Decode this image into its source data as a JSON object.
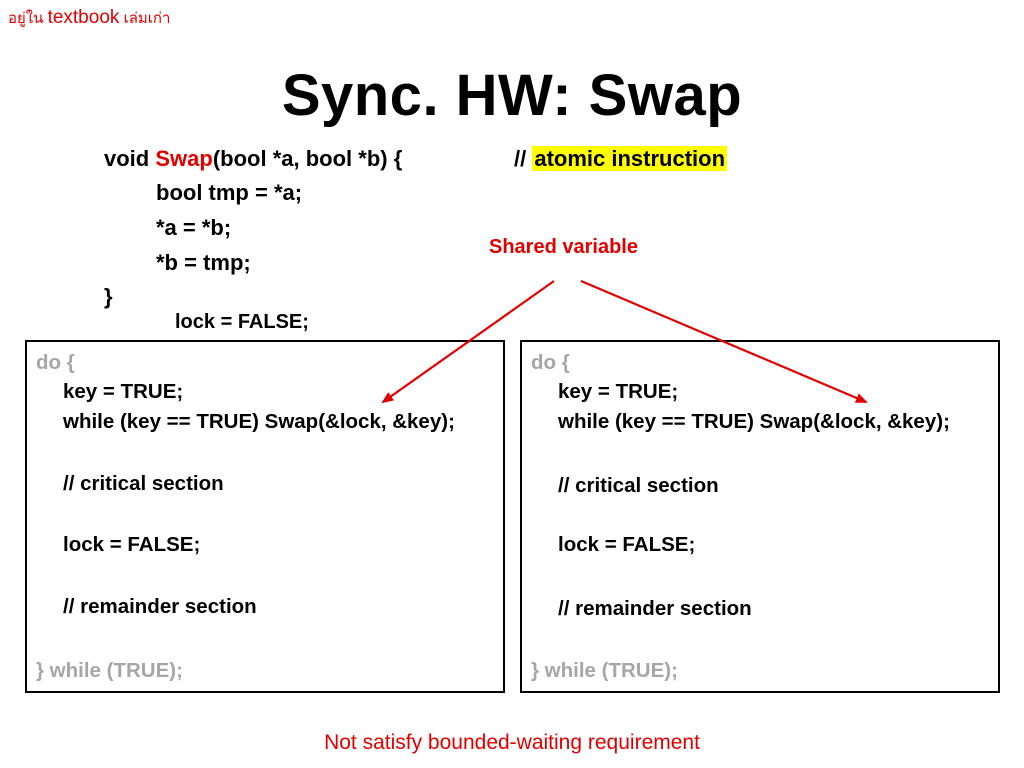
{
  "corner_note": {
    "prefix": "อยู่ใน",
    "book": "textbook",
    "suffix": "เล่มเก่า"
  },
  "title": "Sync. HW: Swap",
  "swap_code": {
    "sig_void": "void",
    "sig_name": "Swap",
    "sig_rest": "(bool *a, bool *b) {",
    "comment_slashes": "//",
    "comment_text": "atomic instruction",
    "line2": "bool tmp = *a;",
    "line3": "*a = *b;",
    "line4": "*b = tmp;",
    "line5": "}",
    "init": "lock = FALSE;"
  },
  "shared_label": "Shared variable",
  "process_left": {
    "do": "do {",
    "key": "key = TRUE;",
    "while_swap": "while (key == TRUE) Swap(&lock, &key);",
    "critical": "// critical section",
    "release": "lock = FALSE;",
    "remainder": "// remainder section",
    "end": "} while (TRUE);"
  },
  "process_right": {
    "do": "do {",
    "key": "key = TRUE;",
    "while_swap": "while (key == TRUE) Swap(&lock, &key);",
    "critical": "// critical section",
    "release": "lock = FALSE;",
    "remainder": "// remainder section",
    "end": "} while (TRUE);"
  },
  "bottom_note": "Not satisfy bounded-waiting requirement",
  "colors": {
    "accent_red": "#e00000",
    "highlight": "#ffff00",
    "muted": "#a6a6a6"
  }
}
